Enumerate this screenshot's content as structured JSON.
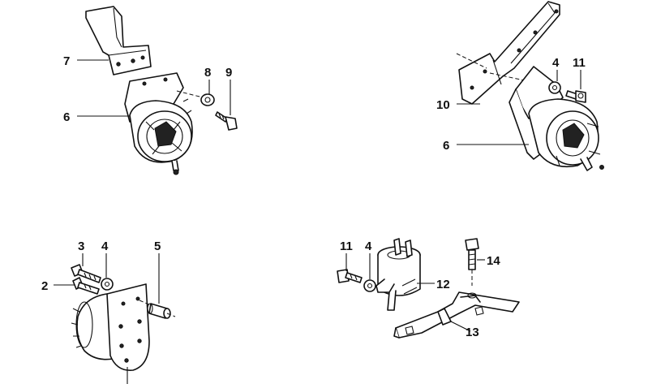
{
  "callouts": {
    "top_left": {
      "bracket": "7",
      "mount": "6",
      "washer": "8",
      "screw": "9"
    },
    "top_right": {
      "bracket": "10",
      "washer": "4",
      "bolt": "11",
      "mount": "6"
    },
    "bottom_left": {
      "screw": "3",
      "washer": "4",
      "spacer": "5",
      "screw_lower": "2"
    },
    "bottom_right": {
      "bolt": "11",
      "washer": "4",
      "filter": "12",
      "bolt_top": "14",
      "bracket": "13"
    }
  },
  "colors": {
    "line": "#111111",
    "background": "#ffffff"
  }
}
